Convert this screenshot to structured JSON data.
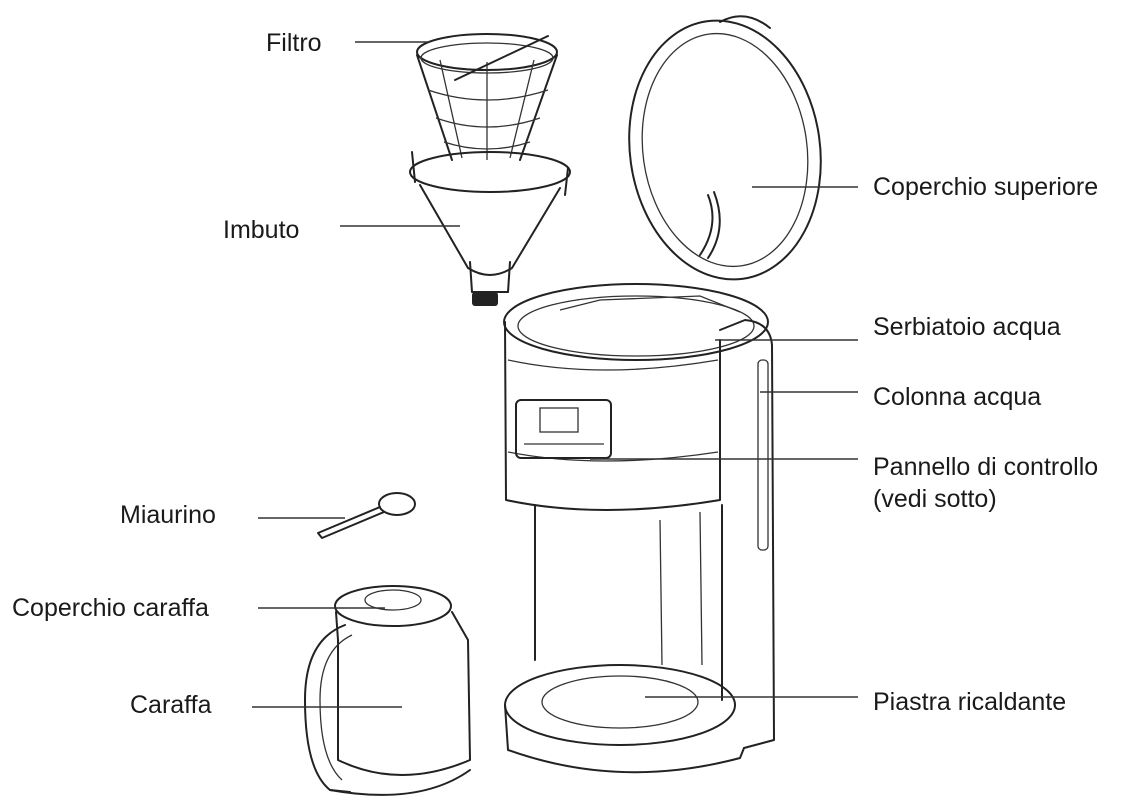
{
  "labels": {
    "filtro": "Filtro",
    "imbuto": "Imbuto",
    "miaurino": "Miaurino",
    "coperchio_caraffa": "Coperchio caraffa",
    "caraffa": "Caraffa",
    "coperchio_superiore": "Coperchio superiore",
    "serbatoio_acqua": "Serbiatoio acqua",
    "colonna_acqua": "Colonna acqua",
    "pannello_controllo": "Pannello di controllo\n(vedi sotto)",
    "piastra_ricaldante": "Piastra ricaldante"
  },
  "icons": {
    "machine": "coffee-maker-illustration",
    "filter": "filter-basket-illustration",
    "funnel": "funnel-illustration",
    "scoop": "measuring-scoop-illustration",
    "carafe": "carafe-illustration"
  }
}
